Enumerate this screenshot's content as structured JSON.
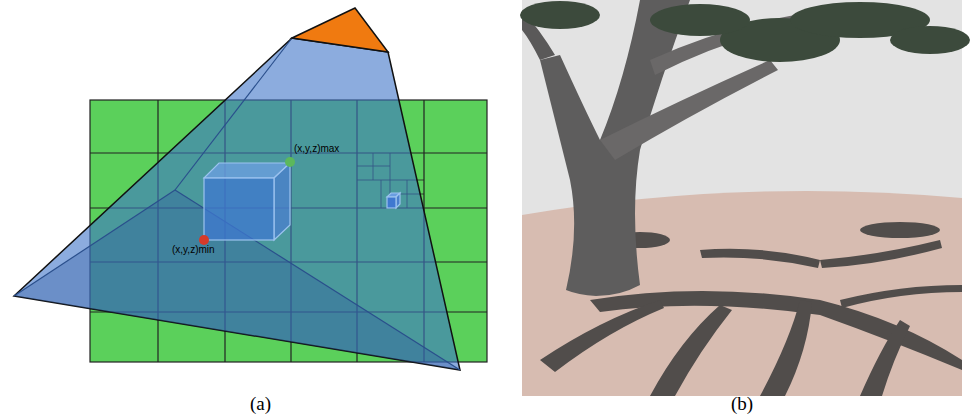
{
  "diagram": {
    "labels": [
      "(x,y,z)max",
      "(x,y,z)min",
      "(a)",
      "(b)"
    ]
  }
}
